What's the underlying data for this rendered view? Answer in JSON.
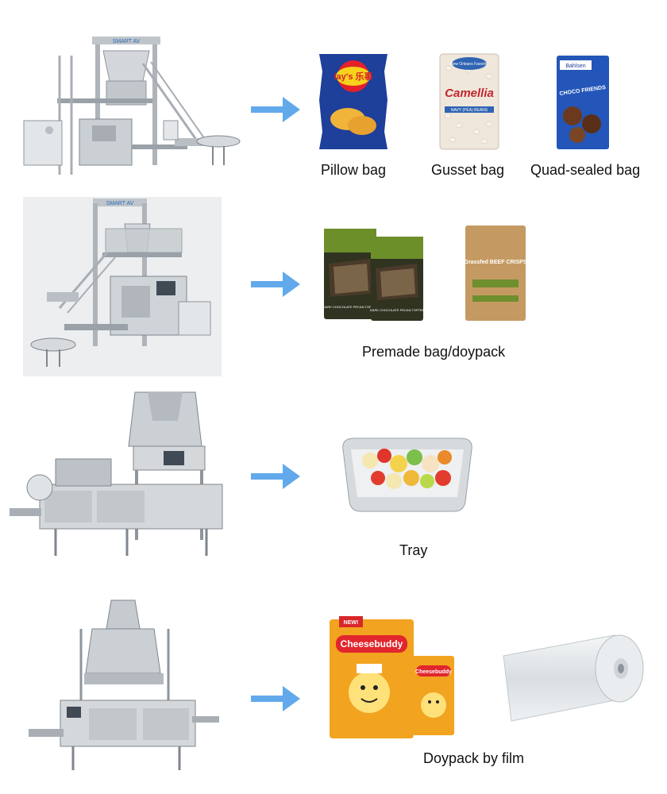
{
  "rows": [
    {
      "machine_brand": "SMART AV",
      "packages": [
        {
          "label": "Pillow bag",
          "print": "lay's 乐事"
        },
        {
          "label": "Gusset bag",
          "print": "Camellia",
          "print2": "New Orleans Favorite",
          "print3": "NAVY (PEA) BEANS"
        },
        {
          "label": "Quad-sealed bag",
          "print": "Bahlsen",
          "print2": "CHOCO FRIENDS"
        }
      ]
    },
    {
      "machine_brand": "SMART AV",
      "packages_label": "Premade bag/doypack",
      "packages": [
        {
          "print": "DARK CHOCOLATE PECAN TOFFEE"
        },
        {
          "print": "DARK CHOCOLATE PECAN TOFFEE"
        },
        {
          "print": "Grassfed BEEF CRISPS"
        }
      ]
    },
    {
      "packages_label": "Tray"
    },
    {
      "packages_label": "Doypack by film",
      "packages": [
        {
          "print": "Cheesebuddy",
          "badge": "NEW!"
        },
        {
          "print": "Cheesebuddy"
        }
      ]
    }
  ],
  "colors": {
    "arrow": "#62a9ec",
    "steel": "#c9cdd1",
    "steel_dark": "#8e959c"
  }
}
